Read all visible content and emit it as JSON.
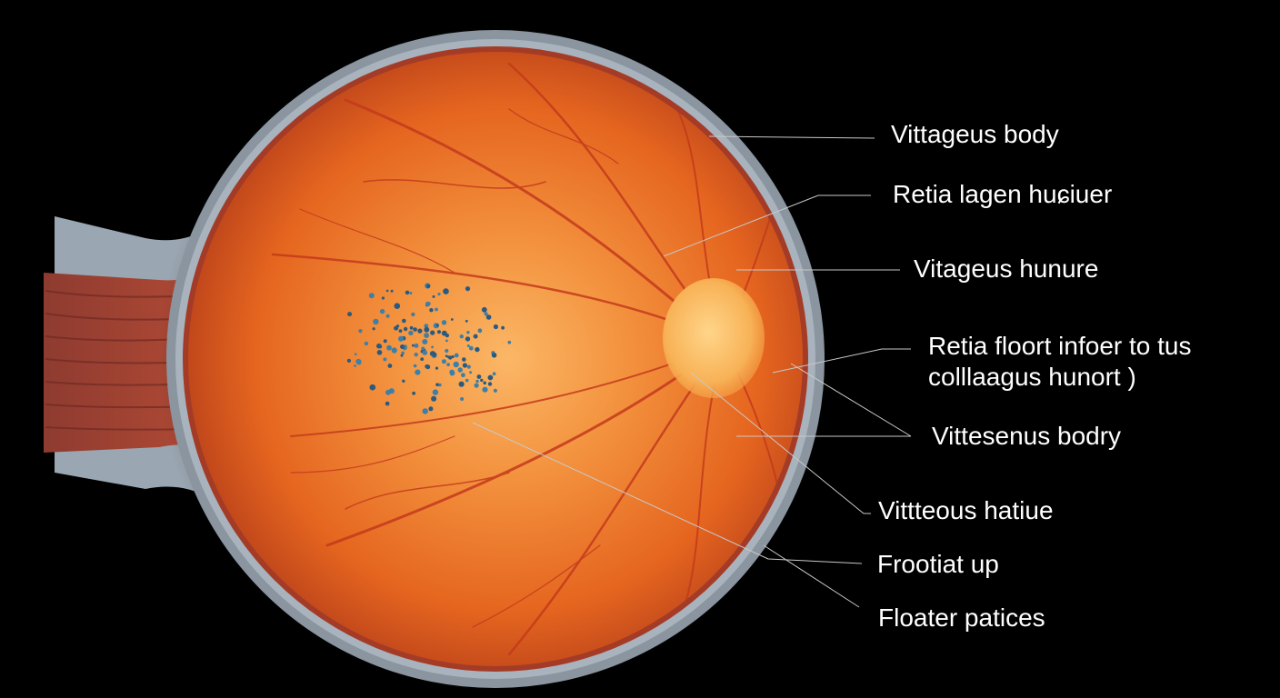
{
  "labels": [
    {
      "id": "vitreous-body-top",
      "text": "Vittageus body"
    },
    {
      "id": "retina-layer",
      "text": "Retia lagen huɕiuer"
    },
    {
      "id": "vitreous-humor",
      "text": "Vitageus hunure"
    },
    {
      "id": "retina-floor",
      "lines": [
        "Retia floort infoer to tus",
        "colllaagus hunort )"
      ]
    },
    {
      "id": "vitreous-body-mid",
      "text": "Vittesenus bodry"
    },
    {
      "id": "vitreous-tissue",
      "text": "Vittteous hatiue"
    },
    {
      "id": "frootiat-up",
      "text": "Frootiat up"
    },
    {
      "id": "floater-particles",
      "text": "Floater patices"
    }
  ],
  "colors": {
    "background": "#000000",
    "eye_center": "#f8a050",
    "eye_mid": "#e86a22",
    "eye_edge": "#b0381a",
    "sclera": "#8a95a0",
    "vessels": "#c43a1c",
    "optic_disc": "#f7b45a",
    "floaters": "#3d7fa8",
    "label_text": "#ffffff",
    "leader_lines": "#c8c8c8"
  }
}
